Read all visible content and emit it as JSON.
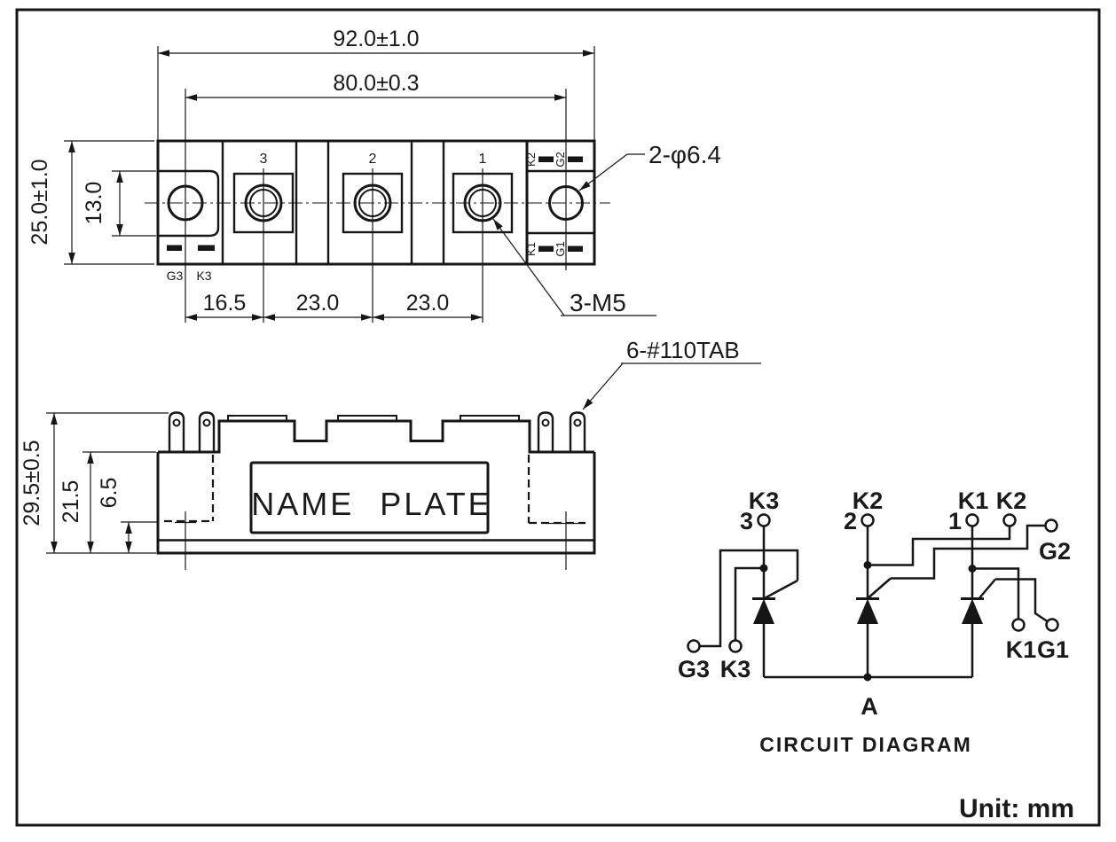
{
  "drawing": {
    "unit_label": "Unit: mm",
    "top_view": {
      "dim_overall_width": "92.0±1.0",
      "dim_hole_span": "80.0±0.3",
      "dim_overall_height": "25.0±1.0",
      "dim_pocket_height": "13.0",
      "dim_pitch_1": "16.5",
      "dim_pitch_2": "23.0",
      "dim_pitch_3": "23.0",
      "callout_mounting_holes": "2-φ6.4",
      "callout_terminal_screws": "3-M5",
      "terminal_numbers": [
        "3",
        "2",
        "1"
      ],
      "tabs_bottom_left": [
        "G3",
        "K3"
      ],
      "tabs_top_right": [
        "K2",
        "G2"
      ],
      "tabs_bottom_right": [
        "K1",
        "G1"
      ]
    },
    "side_view": {
      "dim_overall_height": "29.5±0.5",
      "dim_body_height": "21.5",
      "dim_base_height": "6.5",
      "name_plate": "NAME PLATE",
      "callout_tabs": "6-#110TAB"
    },
    "circuit": {
      "caption": "CIRCUIT DIAGRAM",
      "anode": "A",
      "terminal_3": {
        "number": "3",
        "cathode": "K3"
      },
      "terminal_2": {
        "number": "2",
        "cathode": "K2"
      },
      "terminal_1": {
        "number": "1",
        "cathode": "K1"
      },
      "aux_k2": "K2",
      "gate_2": "G2",
      "aux_g3": "G3",
      "aux_k3": "K3",
      "aux_k1": "K1",
      "gate_1": "G1"
    }
  }
}
